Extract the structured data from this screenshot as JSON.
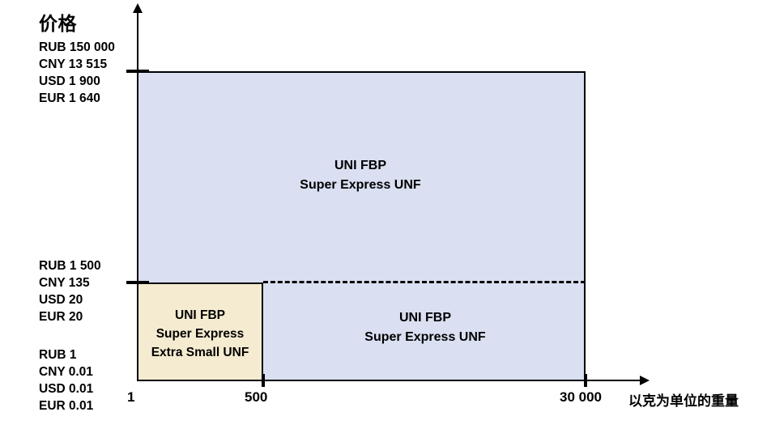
{
  "chart_data": {
    "type": "area",
    "title": "价格",
    "xlabel": "以克为单位的重量",
    "ylabel": "价格",
    "grid": false,
    "legend": "none",
    "x_ticks": [
      "1",
      "500",
      "30 000"
    ],
    "y_tick_groups": [
      {
        "level": "low",
        "lines": [
          "RUB 1",
          "CNY 0.01",
          "USD 0.01",
          "EUR 0.01"
        ]
      },
      {
        "level": "mid",
        "lines": [
          "RUB 1 500",
          "CNY 135",
          "USD 20",
          "EUR 20"
        ]
      },
      {
        "level": "high",
        "lines": [
          "RUB 150 000",
          "CNY 13 515",
          "USD 1 900",
          "EUR 1 640"
        ]
      }
    ],
    "regions": [
      {
        "name": "extra-small-unf",
        "label_lines": [
          "UNI FBP",
          "Super Express",
          "Extra Small UNF"
        ],
        "color": "#f5ebd0",
        "x_range": [
          "1",
          "500"
        ],
        "y_range": [
          "RUB 1",
          "RUB 1 500"
        ]
      },
      {
        "name": "super-express-unf-lower",
        "label_lines": [
          "UNI FBP",
          "Super Express UNF"
        ],
        "color": "#dae0f2",
        "x_range": [
          "500",
          "30 000"
        ],
        "y_range": [
          "RUB 1",
          "RUB 1 500"
        ]
      },
      {
        "name": "super-express-unf-upper",
        "label_lines": [
          "UNI FBP",
          "Super Express UNF"
        ],
        "color": "#dae0f2",
        "x_range": [
          "1",
          "30 000"
        ],
        "y_range": [
          "RUB 1 500",
          "RUB 150 000"
        ]
      }
    ],
    "colors": {
      "blue_region": "#dae0f2",
      "yellow_region": "#f5ebd0",
      "axis": "#000000",
      "text": "#000000"
    }
  },
  "axes": {
    "y_title": "价格",
    "x_caption": "以克为单位的重量",
    "x_tick_1": "1",
    "x_tick_500": "500",
    "x_tick_30000": "30 000"
  },
  "price_high": {
    "rub": "RUB 150 000",
    "cny": "CNY 13 515",
    "usd": "USD 1 900",
    "eur": "EUR 1 640"
  },
  "price_mid": {
    "rub": "RUB 1 500",
    "cny": "CNY 135",
    "usd": "USD 20",
    "eur": "EUR 20"
  },
  "price_low": {
    "rub": "RUB 1",
    "cny": "CNY 0.01",
    "usd": "USD 0.01",
    "eur": "EUR 0.01"
  },
  "labels": {
    "upper_line1": "UNI FBP",
    "upper_line2": "Super Express UNF",
    "lower_line1": "UNI FBP",
    "lower_line2": "Super Express UNF",
    "xs_line1": "UNI FBP",
    "xs_line2": "Super Express",
    "xs_line3": "Extra Small UNF"
  }
}
